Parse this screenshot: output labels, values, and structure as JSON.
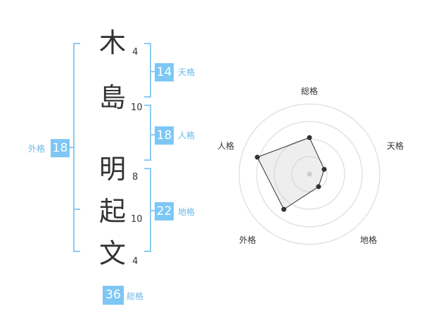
{
  "name": {
    "chars": [
      {
        "char": "木",
        "strokes": "4"
      },
      {
        "char": "島",
        "strokes": "10"
      },
      {
        "char": "明",
        "strokes": "8"
      },
      {
        "char": "起",
        "strokes": "10"
      },
      {
        "char": "文",
        "strokes": "4"
      }
    ]
  },
  "fortune": {
    "tenkaku": {
      "value": "14",
      "label": "天格"
    },
    "jinkaku": {
      "value": "18",
      "label": "人格"
    },
    "chikaku": {
      "value": "22",
      "label": "地格"
    },
    "gaikaku": {
      "value": "18",
      "label": "外格"
    },
    "soukaku": {
      "value": "36",
      "label": "総格"
    }
  },
  "colors": {
    "accent": "#7dc7f5",
    "bracket": "#8ccbf2",
    "text": "#333333",
    "label": "#6ab8ea"
  },
  "chart_data": {
    "type": "radar",
    "axes": [
      "総格",
      "天格",
      "地格",
      "外格",
      "人格"
    ],
    "values": [
      0.52,
      0.22,
      0.22,
      0.62,
      0.78
    ],
    "rings": 4,
    "grid": true
  }
}
